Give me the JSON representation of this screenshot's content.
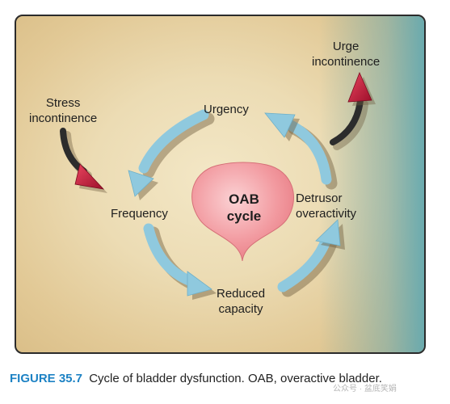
{
  "diagram": {
    "nodes": {
      "urgency": "Urgency",
      "frequency": "Frequency",
      "detrusor_line1": "Detrusor",
      "detrusor_line2": "overactivity",
      "reduced_line1": "Reduced",
      "reduced_line2": "capacity"
    },
    "center": {
      "line1": "OAB",
      "line2": "cycle"
    },
    "external": {
      "stress_line1": "Stress",
      "stress_line2": "incontinence",
      "urge_line1": "Urge",
      "urge_line2": "incontinence"
    },
    "colors": {
      "cycle_arrow": "#8fc9de",
      "external_arrow": "#2c2c2c",
      "arrow_head": "#c2163a",
      "bladder": "#ef8c92",
      "panel_edge": "#5ea8b2"
    }
  },
  "caption": {
    "label": "FIGURE 35.7",
    "text": "Cycle of bladder dysfunction. OAB, overactive bladder."
  },
  "watermark": "公众号 · 盆底笑娟"
}
